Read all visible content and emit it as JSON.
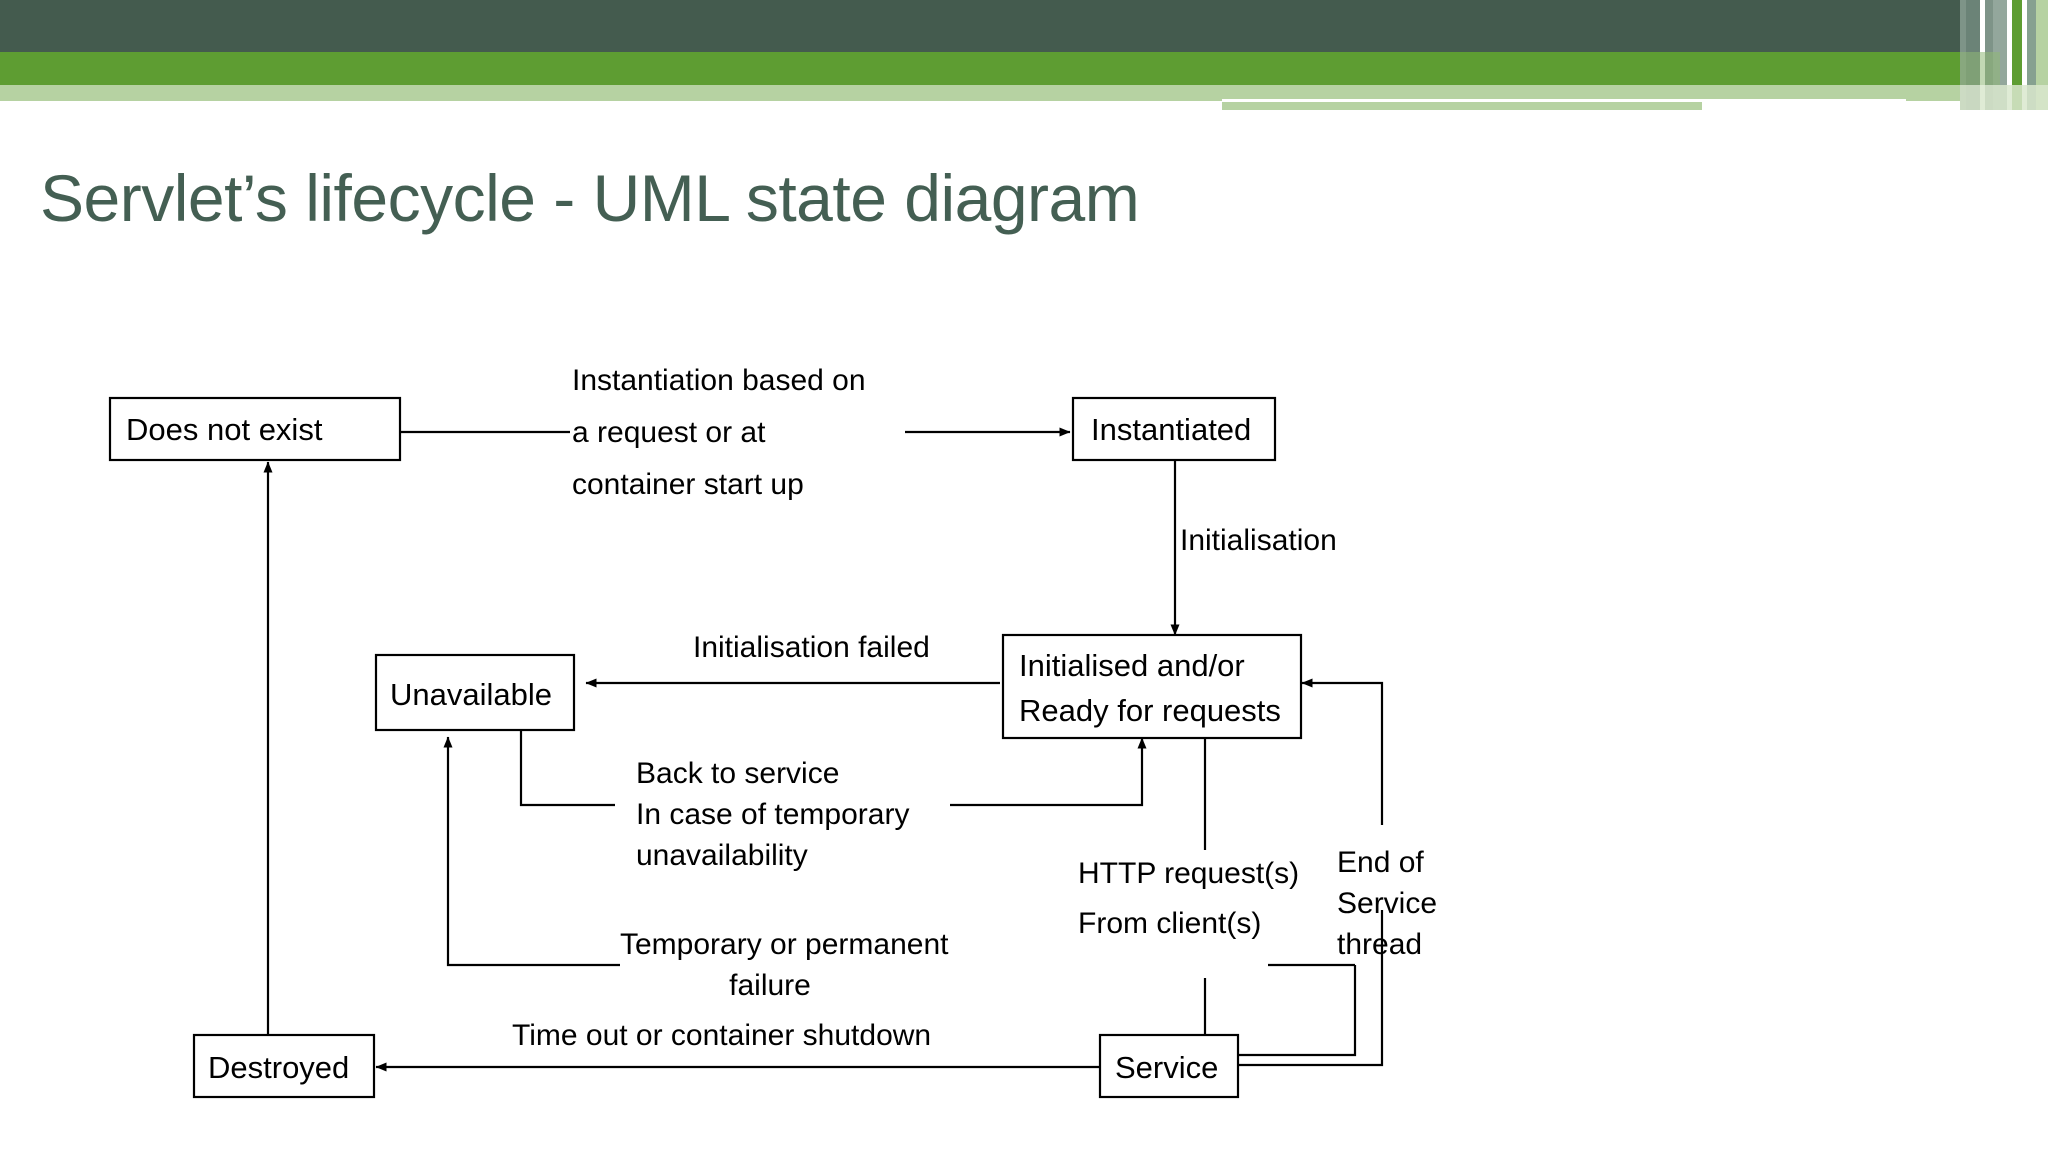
{
  "slide": {
    "title": "Servlet’s lifecycle - UML state diagram",
    "title_color": "#445F53",
    "header": {
      "dark_band_color": "#445B4E",
      "green_band_color": "#5E9D32",
      "light_green_color": "#B6D2A2",
      "pale_green_color": "#D9E7CE"
    }
  },
  "diagram": {
    "type": "uml-state-diagram",
    "states": [
      {
        "id": "does-not-exist",
        "label": "Does not exist"
      },
      {
        "id": "instantiated",
        "label": "Instantiated"
      },
      {
        "id": "initialised",
        "label_line1": "Initialised and/or",
        "label_line2": "Ready for requests"
      },
      {
        "id": "unavailable",
        "label": "Unavailable"
      },
      {
        "id": "service",
        "label": "Service"
      },
      {
        "id": "destroyed",
        "label": "Destroyed"
      }
    ],
    "transitions": [
      {
        "id": "instantiation",
        "from": "does-not-exist",
        "to": "instantiated",
        "lines": [
          "Instantiation based on",
          "a request or at",
          "container start up"
        ]
      },
      {
        "id": "initialisation",
        "from": "instantiated",
        "to": "initialised",
        "lines": [
          "Initialisation"
        ]
      },
      {
        "id": "initialisation-failed",
        "from": "initialised",
        "to": "unavailable",
        "lines": [
          "Initialisation failed"
        ]
      },
      {
        "id": "back-to-service",
        "from": "unavailable",
        "to": "initialised",
        "lines": [
          "Back to service",
          "In case of temporary",
          "unavailability"
        ]
      },
      {
        "id": "http-requests",
        "from": "initialised",
        "to": "service",
        "lines": [
          "HTTP request(s)",
          "From client(s)"
        ]
      },
      {
        "id": "end-of-service-thread",
        "from": "service",
        "to": "initialised",
        "lines": [
          "End of",
          "Service",
          "thread"
        ]
      },
      {
        "id": "temporary-or-permanent-failure",
        "from": "service",
        "to": "unavailable",
        "lines": [
          "Temporary or permanent",
          "failure"
        ]
      },
      {
        "id": "time-out-or-shutdown",
        "from": "service",
        "to": "destroyed",
        "lines": [
          "Time out or container shutdown"
        ]
      },
      {
        "id": "destroyed-to-does-not-exist",
        "from": "destroyed",
        "to": "does-not-exist",
        "lines": []
      }
    ]
  }
}
